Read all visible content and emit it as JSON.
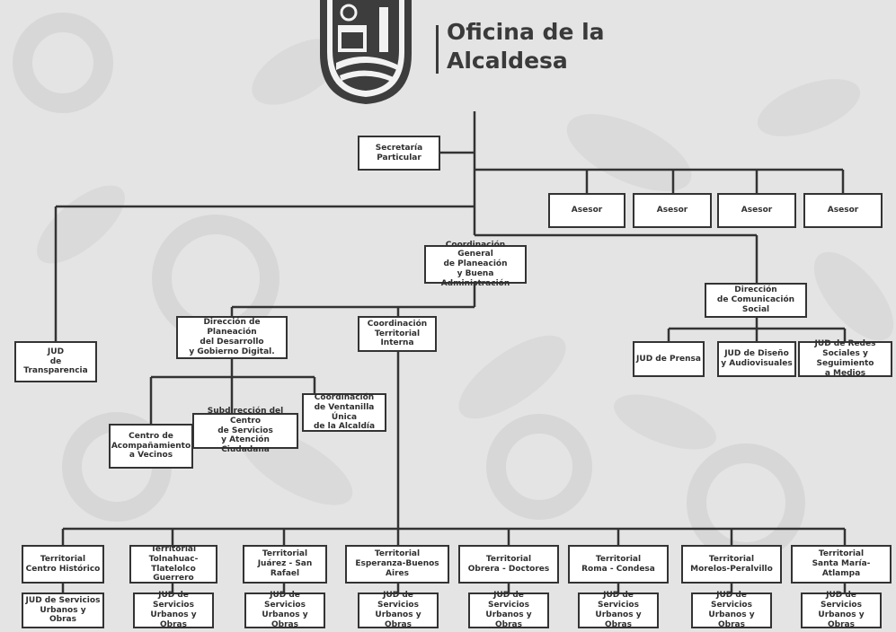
{
  "header": {
    "title_line1": "Oficina de la",
    "title_line2": "Alcaldesa"
  },
  "colors": {
    "line": "#333333",
    "background": "#e4e4e4",
    "box": "#ffffff",
    "text": "#2f2f2f"
  },
  "nodes": {
    "secretaria": "Secretaría\nParticular",
    "asesor_1": "Asesor",
    "asesor_2": "Asesor",
    "asesor_3": "Asesor",
    "asesor_4": "Asesor",
    "coordinacion_general": "Coordinación General\nde Planeación\ny Buena Administración",
    "direccion_comunicacion": "Dirección\nde Comunicación Social",
    "jud_transparencia": "JUD\nde Transparencia",
    "direccion_planeacion": "Dirección de Planeación\ndel Desarrollo\ny Gobierno Digital.",
    "coordinacion_territorial": "Coordinación\nTerritorial Interna",
    "jud_prensa": "JUD de Prensa",
    "jud_diseno": "JUD de Diseño\ny Audiovisuales",
    "jud_redes": "JUD de Redes\nSociales y Seguimiento\na Medios",
    "centro_acompanamiento": "Centro de\nAcompañamiento\na Vecinos",
    "subdireccion_centro": "Subdirección del Centro\nde Servicios\ny Atención Ciudadana",
    "coordinacion_ventanilla": "Coordinación\nde Ventanilla Única\nde la Alcaldía"
  },
  "territoriales": [
    {
      "name": "Territorial\nCentro Histórico",
      "jud": "JUD de Servicios\nUrbanos y Obras"
    },
    {
      "name": "Territorial\nTolnahuac-Tlatelolco\nGuerrero",
      "jud": "JUD de Servicios\nUrbanos y Obras"
    },
    {
      "name": "Territorial\nJuárez - San Rafael",
      "jud": "JUD de Servicios\nUrbanos y Obras"
    },
    {
      "name": "Territorial\nEsperanza-Buenos Aires",
      "jud": "JUD de Servicios\nUrbanos y Obras"
    },
    {
      "name": "Territorial\nObrera - Doctores",
      "jud": "JUD de Servicios\nUrbanos y Obras"
    },
    {
      "name": "Territorial\nRoma - Condesa",
      "jud": "JUD de Servicios\nUrbanos y Obras"
    },
    {
      "name": "Territorial\nMorelos-Peralvillo",
      "jud": "JUD de Servicios\nUrbanos y Obras"
    },
    {
      "name": "Territorial\nSanta María-Atlampa",
      "jud": "JUD de Servicios\nUrbanos y Obras"
    }
  ]
}
